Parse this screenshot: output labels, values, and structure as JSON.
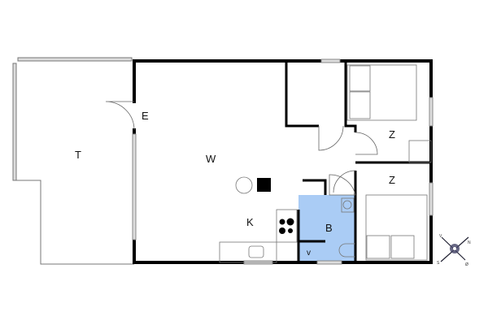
{
  "rooms": {
    "terrace": "T",
    "entrance": "E",
    "living": "W",
    "bedroom1": "Z",
    "bedroom2": "Z",
    "kitchen": "K",
    "bathroom": "B",
    "utility": "v"
  },
  "compass": {
    "n": "N",
    "w": "V",
    "s": "S",
    "e": "Ø"
  },
  "colors": {
    "wall": "#000000",
    "window": "#cccccc",
    "bathroom": "#aaccf5",
    "line": "#666666"
  }
}
